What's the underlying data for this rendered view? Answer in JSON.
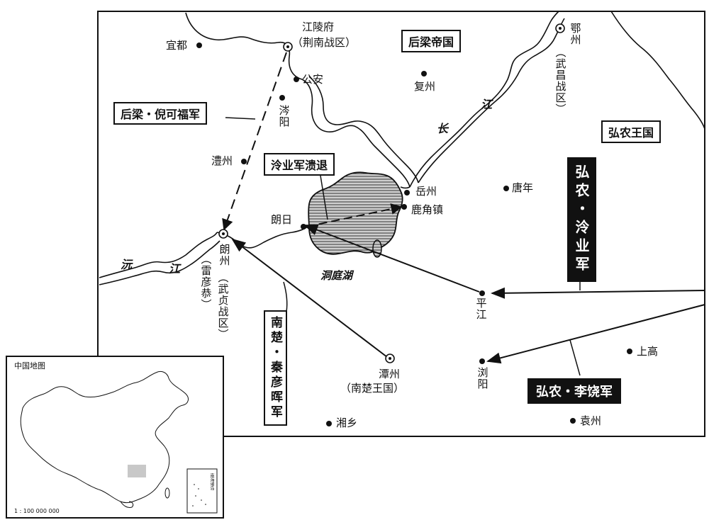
{
  "regions": {
    "houliang": "后梁帝国",
    "hongnong": "弘农王国"
  },
  "cities": {
    "jiangling": "江陵府",
    "jiangling_sub": "（荆南战区）",
    "yidu": "宜都",
    "gongan": "公安",
    "chenyang": "涔阳",
    "lizhou": "澧州",
    "fuzhou": "复州",
    "ezhou": "鄂州",
    "ezhou_sub": "（武昌战区）",
    "yuezhou": "岳州",
    "lujiao": "鹿角镇",
    "tangnian": "唐年",
    "langri": "朗日",
    "langzhou": "朗州",
    "langzhou_sub": "（武贞战区）",
    "langzhou_person": "（雷彦恭）",
    "pingjiang": "平江",
    "liuyang": "浏阳",
    "shanggao": "上高",
    "tanzhou": "潭州",
    "tanzhou_sub": "（南楚王国）",
    "xiangxiang": "湘乡",
    "yuanzhou": "袁州"
  },
  "rivers": {
    "chang": "长",
    "jiang": "江",
    "yuan": "沅",
    "yuan_jiang": "江"
  },
  "lake": "洞庭湖",
  "armies": {
    "houliang_ni": "后梁・倪可福军",
    "lengye_retreat": "泠业军溃退",
    "nanchu_qin": "南楚・秦彦晖军",
    "hongnong_leng": "弘农・泠业军",
    "hongnong_li": "弘农・李饶军"
  },
  "inset": {
    "title": "中国地图",
    "scale": "1 : 100 000 000",
    "sea": "南海诸岛"
  },
  "colors": {
    "ink": "#111111",
    "lake_fill": "#a9a9a9",
    "highlight": "#c8c8c8"
  }
}
